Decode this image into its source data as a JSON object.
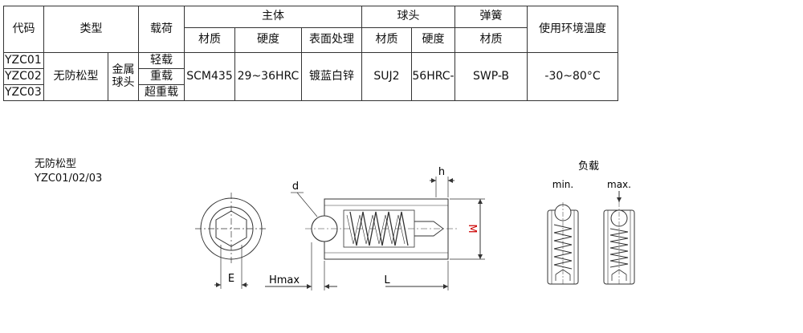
{
  "table": {
    "headers": {
      "code": "代码",
      "type": "类型",
      "load": "载荷",
      "body": "主体",
      "ball": "球头",
      "spring": "弹簧",
      "temp": "使用环境温度"
    },
    "subheaders": {
      "body_material": "材质",
      "body_hardness": "硬度",
      "body_surface": "表面处理",
      "ball_material": "材质",
      "ball_hardness": "硬度",
      "spring_material": "材质"
    },
    "codes": [
      "YZC01",
      "YZC02",
      "YZC03"
    ],
    "type": "无防松型",
    "ball_type": "金属球头",
    "loads": [
      "轻载",
      "重载",
      "超重载"
    ],
    "body_material": "SCM435",
    "body_hardness": "29~36HRC",
    "body_surface": "镀蓝白锌",
    "ball_material": "SUJ2",
    "ball_hardness": "56HRC-",
    "spring_material": "SWP-B",
    "temp": "-30~80°C"
  },
  "drawing": {
    "title": "无防松型",
    "subtitle": "YZC01/02/03",
    "labels": {
      "d": "d",
      "h": "h",
      "M": "M",
      "E": "E",
      "Hmax": "Hmax",
      "L": "L",
      "load": "负载",
      "min": "min.",
      "max": "max."
    },
    "colors": {
      "M_label": "#cc0000",
      "line": "#333333"
    }
  }
}
